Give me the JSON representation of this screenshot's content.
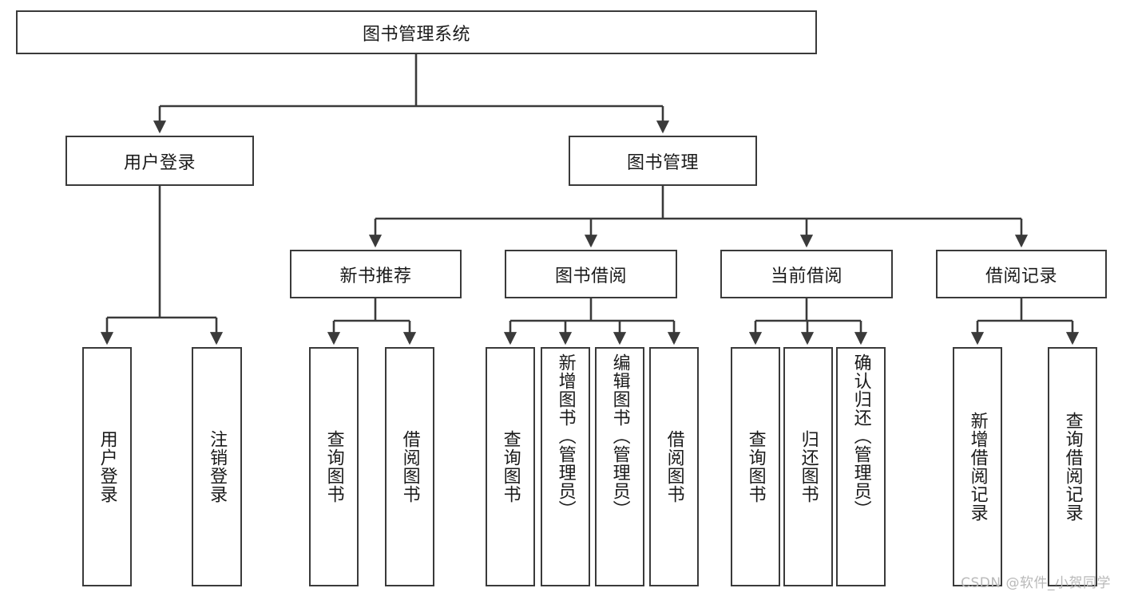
{
  "diagram": {
    "title": "图书管理系统",
    "type": "tree-hierarchy-chart",
    "watermark": "CSDN @软件_小贺同学",
    "root": {
      "label": "图书管理系统"
    },
    "level1": [
      {
        "id": "user-login",
        "label": "用户登录"
      },
      {
        "id": "book-manage",
        "label": "图书管理"
      }
    ],
    "level2": [
      {
        "id": "new-book-recommend",
        "label": "新书推荐"
      },
      {
        "id": "book-borrow",
        "label": "图书借阅"
      },
      {
        "id": "current-borrow",
        "label": "当前借阅"
      },
      {
        "id": "borrow-record",
        "label": "借阅记录"
      }
    ],
    "leaves": {
      "user_login": [
        {
          "id": "leaf-user-login",
          "label": "用户登录"
        },
        {
          "id": "leaf-logout-login",
          "label": "注销登录"
        }
      ],
      "new_book_recommend": [
        {
          "id": "leaf-query-book-1",
          "label": "查询图书"
        },
        {
          "id": "leaf-borrow-book-1",
          "label": "借阅图书"
        }
      ],
      "book_borrow": [
        {
          "id": "leaf-query-book-2",
          "label": "查询图书"
        },
        {
          "id": "leaf-add-book",
          "label": "新增图书（管理员）"
        },
        {
          "id": "leaf-edit-book",
          "label": "编辑图书（管理员）"
        },
        {
          "id": "leaf-borrow-book-2",
          "label": "借阅图书"
        }
      ],
      "current_borrow": [
        {
          "id": "leaf-query-book-3",
          "label": "查询图书"
        },
        {
          "id": "leaf-return-book",
          "label": "归还图书"
        },
        {
          "id": "leaf-confirm-return",
          "label": "确认归还（管理员）"
        }
      ],
      "borrow_record": [
        {
          "id": "leaf-add-record",
          "label": "新增借阅记录"
        },
        {
          "id": "leaf-query-record",
          "label": "查询借阅记录"
        }
      ]
    },
    "colors": {
      "box_border": "#3a3a3a",
      "box_fill": "#ffffff",
      "connector": "#3a3a3a",
      "text": "#1a1a1a",
      "watermark": "#b9b9b9"
    }
  }
}
